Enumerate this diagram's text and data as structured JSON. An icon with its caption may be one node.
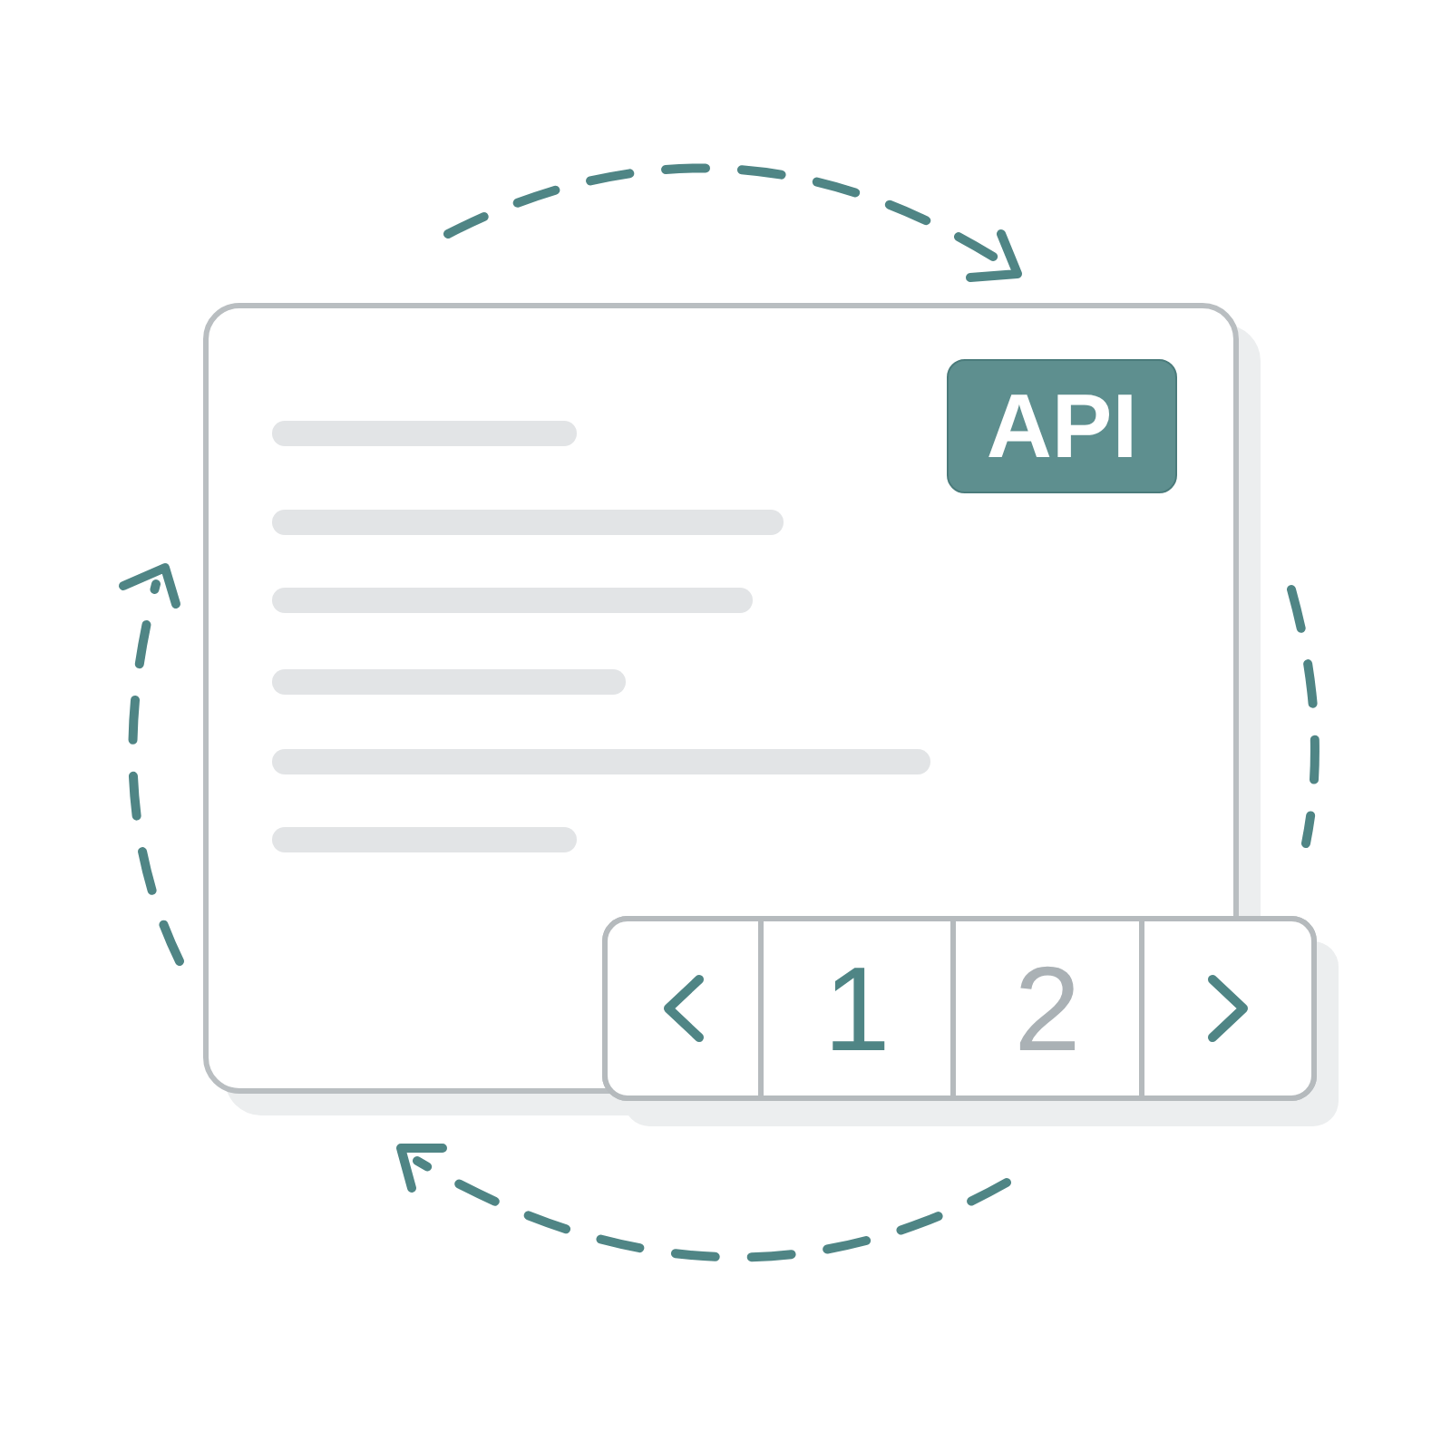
{
  "diagram": {
    "nodes": [
      {
        "text": [],
        "shape": "box"
      },
      {
        "text": [
          "API"
        ],
        "in": 0
      },
      {
        "text": [],
        "shape": "bar"
      },
      {
        "text": [],
        "shape": "box",
        "in": 2
      },
      {
        "text": [
          "1"
        ],
        "in": 2
      },
      {
        "text": [
          "2"
        ],
        "in": 2
      },
      {
        "text": [],
        "shape": "box",
        "in": 2
      }
    ]
  }
}
